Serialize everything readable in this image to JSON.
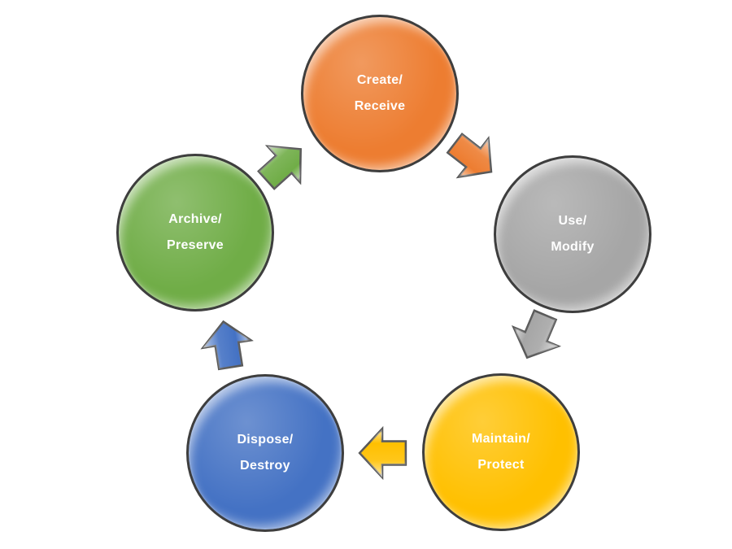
{
  "diagram_type": "cycle",
  "background_color": "#ffffff",
  "outline_color": "#3e3e3e",
  "label_color": "#ffffff",
  "nodes": [
    {
      "id": "create-receive",
      "lines": [
        "Create/",
        "Receive"
      ],
      "color": "#ED7D31",
      "position": "top"
    },
    {
      "id": "use-modify",
      "lines": [
        "Use/",
        "Modify"
      ],
      "color": "#A6A6A6",
      "position": "right"
    },
    {
      "id": "maintain-protect",
      "lines": [
        "Maintain/",
        "Protect"
      ],
      "color": "#FFC000",
      "position": "bottom-right"
    },
    {
      "id": "dispose-destroy",
      "lines": [
        "Dispose/",
        "Destroy"
      ],
      "color": "#4472C4",
      "position": "bottom-left"
    },
    {
      "id": "archive-preserve",
      "lines": [
        "Archive/",
        "Preserve"
      ],
      "color": "#70AD47",
      "position": "left"
    }
  ],
  "arrows": [
    {
      "id": "arrow-create-to-use",
      "from": "create-receive",
      "to": "use-modify",
      "color": "#ED7D31",
      "direction": "down-right"
    },
    {
      "id": "arrow-use-to-maintain",
      "from": "use-modify",
      "to": "maintain-protect",
      "color": "#A6A6A6",
      "direction": "down-left"
    },
    {
      "id": "arrow-maintain-to-dispose",
      "from": "maintain-protect",
      "to": "dispose-destroy",
      "color": "#FFC000",
      "direction": "left"
    },
    {
      "id": "arrow-dispose-to-archive",
      "from": "dispose-destroy",
      "to": "archive-preserve",
      "color": "#4472C4",
      "direction": "up"
    },
    {
      "id": "arrow-archive-to-create",
      "from": "archive-preserve",
      "to": "create-receive",
      "color": "#70AD47",
      "direction": "up-right"
    }
  ]
}
